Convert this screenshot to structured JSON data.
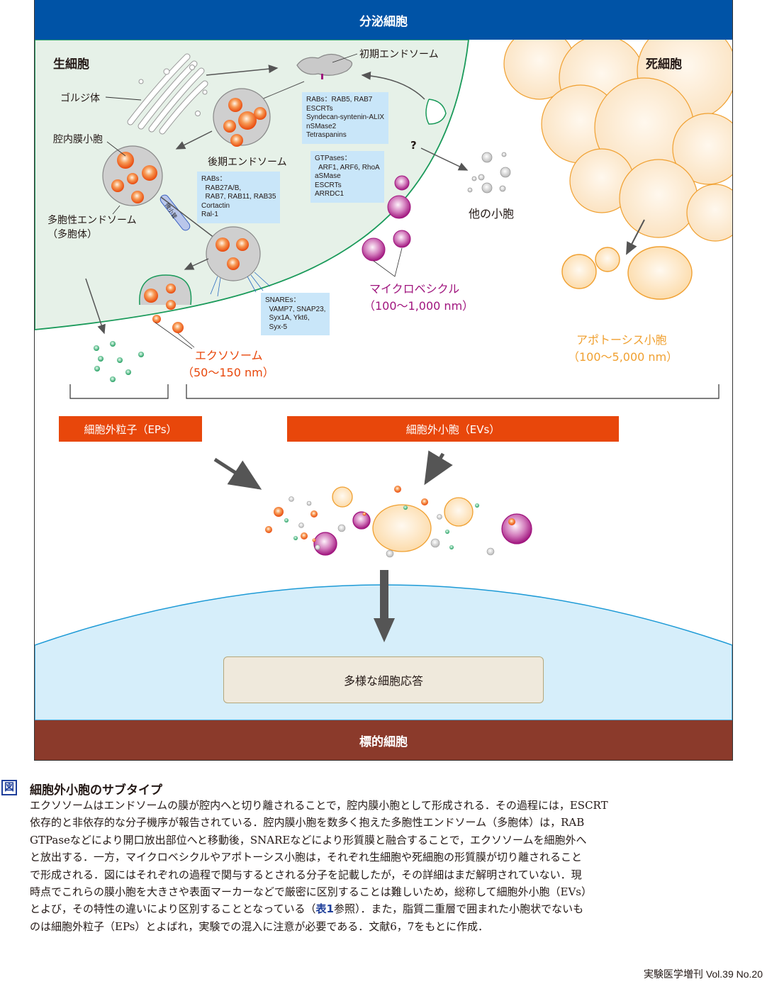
{
  "figure": {
    "secreting_cell_label": "分泌細胞",
    "target_cell_label": "標的細胞",
    "live_cell_label": "生細胞",
    "dead_cell_label": "死細胞",
    "golgi_label": "ゴルジ体",
    "early_endosome_label": "初期エンドソーム",
    "late_endosome_label": "後期エンドソーム",
    "ilv_label": "腔内膜小胞",
    "mvb_label_line1": "多胞性エンドソーム",
    "mvb_label_line2": "（多胞体）",
    "microtubule_label": "微小管",
    "question_mark": "?",
    "other_vesicles_label": "他の小胞",
    "microvesicle_label": "マイクロベシクル",
    "microvesicle_size": "（100〜1,000 nm）",
    "exosome_label": "エクソソーム",
    "exosome_size": "（50〜150 nm）",
    "apoptotic_label": "アポトーシス小胞",
    "apoptotic_size": "（100〜5,000 nm）",
    "ep_bar_label": "細胞外粒子（EPs）",
    "ev_bar_label": "細胞外小胞（EVs）",
    "response_label": "多様な細胞応答",
    "info_boxes": {
      "exosome_biogenesis": "RABs：RAB5, RAB7\nESCRTs\nSyndecan-syntenin-ALIX\nnSMase2\nTetraspanins",
      "mvb_transport": "RABs：\n  RAB27A/B,\n  RAB7, RAB11, RAB35\nCortactin\nRal-1",
      "microvesicle": "GTPases：\n  ARF1, ARF6, RhoA\naSMase\nESCRTs\nARRDC1",
      "snare": "SNAREs：\n  VAMP7, SNAP23,\n  Syx1A, Ykt6,\n  Syx-5"
    },
    "colors": {
      "header_blue": "#0053a6",
      "target_brown": "#8b3a2b",
      "live_cell_fill": "#e6f1e8",
      "membrane_green": "#1a9a5a",
      "exosome_orange": "#e8470b",
      "microvesicle_purple": "#a0157e",
      "apoptotic_orange": "#f0a030",
      "target_cell_fill": "#d6eefa",
      "info_box_blue": "#c9e6f9"
    }
  },
  "caption": {
    "mark": "図",
    "title": "細胞外小胞のサブタイプ",
    "lines": [
      "エクソソームはエンドソームの膜が腔内へと切り離されることで，腔内膜小胞として形成される．その過程には，ESCRT",
      "依存的と非依存的な分子機序が報告されている．腔内膜小胞を数多く抱えた多胞性エンドソーム（多胞体）は，RAB",
      "GTPaseなどにより開口放出部位へと移動後，SNAREなどにより形質膜と融合することで，エクソソームを細胞外へ",
      "と放出する．一方，マイクロベシクルやアポトーシス小胞は，それぞれ生細胞や死細胞の形質膜が切り離されること",
      "で形成される．図にはそれぞれの過程で関与するとされる分子を記載したが，その詳細はまだ解明されていない．現",
      "時点でこれらの膜小胞を大きさや表面マーカーなどで厳密に区別することは難しいため，総称して細胞外小胞（EVs）"
    ],
    "line7_before": "とよび，その特性の違いにより区別することとなっている（",
    "line7_ref": "表1",
    "line7_after": "参照）．また，脂質二重層で囲まれた小胞状でないも",
    "line8": "のは細胞外粒子（EPs）とよばれ，実験での混入に注意が必要である．文献6，7をもとに作成．",
    "journal": "実験医学増刊 Vol.39 No.20"
  }
}
